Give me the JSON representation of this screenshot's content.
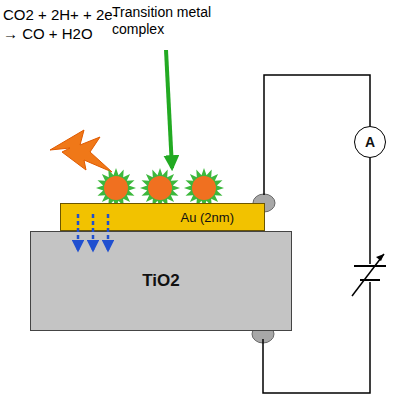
{
  "diagram": {
    "nodes": [
      {
        "text": [
          "Au (2nm)"
        ]
      },
      {
        "text": [
          "TiO2"
        ]
      },
      {
        "text": [
          "A"
        ]
      }
    ],
    "edges": [
      {
        "from": 0,
        "to": 2,
        "arrow": "none"
      },
      {
        "from": 2,
        "to": 1,
        "arrow": "none"
      }
    ],
    "labels": [
      "CO2 + 2H+ + 2e-",
      "→ CO + H2O",
      "Transition metal complex"
    ]
  }
}
